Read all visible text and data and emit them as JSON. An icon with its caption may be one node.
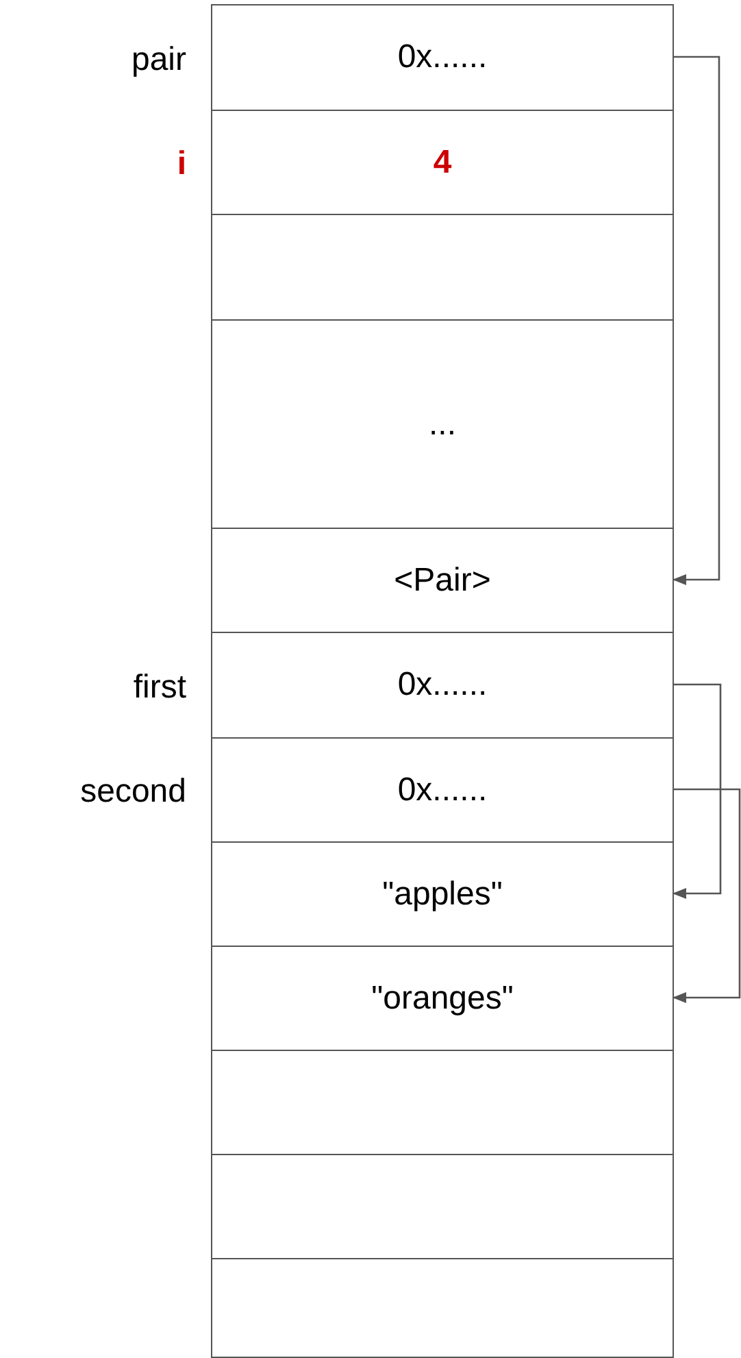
{
  "diagram": {
    "nodes": [
      {
        "text": [
          "0x......"
        ],
        "beside": [
          "pair"
        ]
      },
      {
        "text": [
          "4"
        ],
        "beside": [
          "i"
        ]
      },
      {
        "text": [],
        "shape": "box"
      },
      {
        "text": [
          "..."
        ]
      },
      {
        "text": [
          "<Pair>"
        ]
      },
      {
        "text": [
          "0x......"
        ],
        "beside": [
          "first"
        ]
      },
      {
        "text": [
          "0x......"
        ],
        "beside": [
          "second"
        ]
      },
      {
        "text": [
          "\"apples\""
        ]
      },
      {
        "text": [
          "\"oranges\""
        ]
      },
      {
        "text": [],
        "shape": "box"
      },
      {
        "text": [],
        "shape": "box"
      },
      {
        "text": [],
        "shape": "box"
      }
    ],
    "edges": [
      {
        "from": 0,
        "to": 4,
        "arrow": "to"
      },
      {
        "from": 5,
        "to": 7,
        "arrow": "to"
      },
      {
        "from": 6,
        "to": 8,
        "arrow": "to"
      }
    ]
  }
}
